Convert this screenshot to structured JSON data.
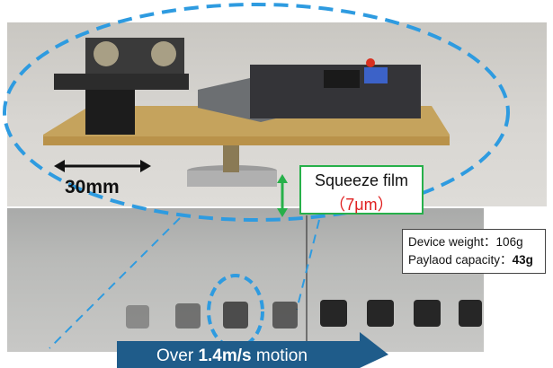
{
  "annotations": {
    "dimension_label": "30mm",
    "squeeze_title": "Squeeze film",
    "squeeze_value": "（7μm）",
    "device_weight_label": "Device weight：",
    "device_weight_value": "106g",
    "payload_label": "Paylaod capacity：",
    "payload_value": "43g",
    "motion_prefix": "Over ",
    "motion_speed": "1.4m/s",
    "motion_suffix": " motion"
  },
  "colors": {
    "zoom_ellipse": "#2e9be0",
    "squeeze_border": "#27b04a",
    "squeeze_value": "#e02020",
    "arrow_banner": "#1f5c8a"
  },
  "icons": [
    "double-arrow-icon",
    "vertical-double-arrow-icon"
  ]
}
